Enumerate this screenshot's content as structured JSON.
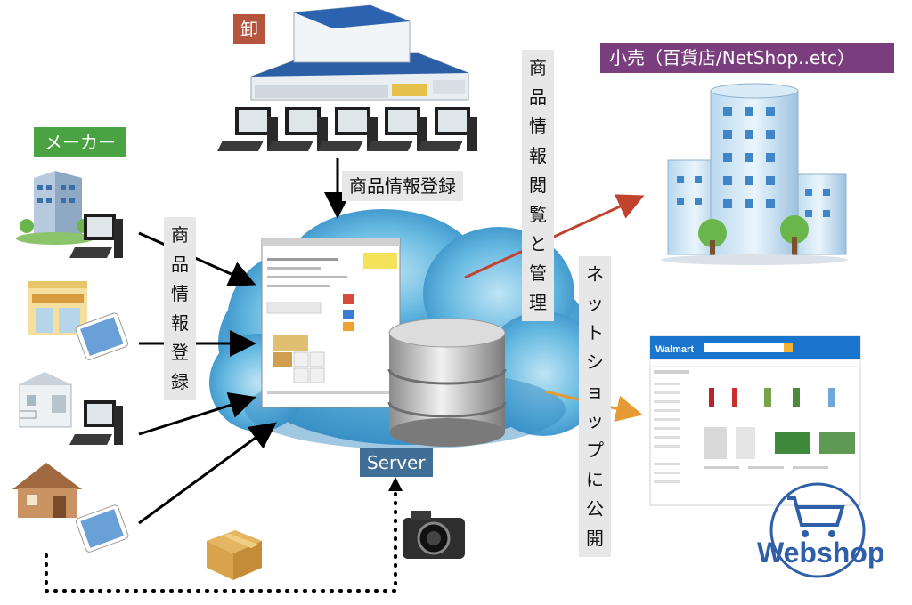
{
  "labels": {
    "wholesaler": "卸",
    "maker": "メーカー",
    "retail": "小売（百貨店/NetShop..etc）",
    "server": "Server",
    "register_top": "商品情報登録",
    "register_left": [
      "商",
      "品",
      "情",
      "報",
      "登",
      "録"
    ],
    "browse_manage": [
      "商",
      "品",
      "情",
      "報",
      "閲",
      "覧",
      "と",
      "管",
      "理"
    ],
    "publish": [
      "ネ",
      "ッ",
      "ト",
      "シ",
      "ョ",
      "ッ",
      "プ",
      "に",
      "公",
      "開"
    ],
    "webshop_logo": "Webshop",
    "walmart_logo": "Walmart"
  },
  "colors": {
    "arrow_black": "#000000",
    "arrow_red": "#c0432e",
    "arrow_orange": "#e69a33",
    "cloud": "#4aa3d6"
  },
  "icons": [
    "warehouse-icon",
    "office-building-icon",
    "shop-icon",
    "factory-icon",
    "house-icon",
    "computer-icon",
    "tablet-icon",
    "database-icon",
    "camera-icon",
    "box-icon",
    "skyscraper-icon",
    "cart-icon"
  ]
}
